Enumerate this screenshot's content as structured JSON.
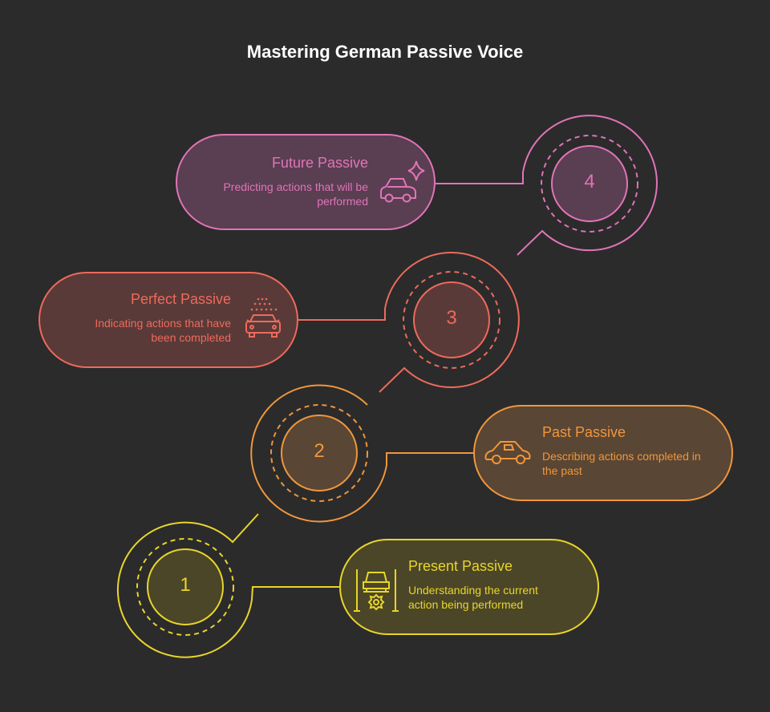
{
  "title": "Mastering German Passive Voice",
  "steps": [
    {
      "number": "1",
      "title": "Present Passive",
      "description": "Understanding the current action being performed",
      "icon": "car-lift-gear-icon",
      "color": "#e8d52a",
      "fill": "#4b4628"
    },
    {
      "number": "2",
      "title": "Past Passive",
      "description": "Describing actions completed in the past",
      "icon": "car-icon",
      "color": "#f0963c",
      "fill": "#5a4634"
    },
    {
      "number": "3",
      "title": "Perfect Passive",
      "description": "Indicating actions that have been completed",
      "icon": "car-wash-icon",
      "color": "#ee6a5c",
      "fill": "#593a38"
    },
    {
      "number": "4",
      "title": "Future Passive",
      "description": "Predicting actions that will be performed",
      "icon": "car-sparkle-icon",
      "color": "#e074b8",
      "fill": "#5a3e52"
    }
  ]
}
